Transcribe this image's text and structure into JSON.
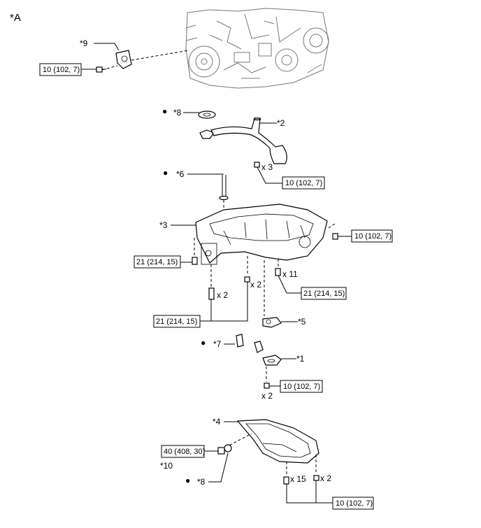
{
  "view_label": "*A",
  "parts": {
    "p1": "*1",
    "p2": "*2",
    "p3": "*3",
    "p4": "*4",
    "p5": "*5",
    "p6": "*6",
    "p7": "*7",
    "p8a": "*8",
    "p8b": "*8",
    "p9": "*9",
    "p10": "*10"
  },
  "bullet": "●",
  "torque": {
    "t1": "10 (102, 7)",
    "t2": "10 (102, 7)",
    "t3": "10 (102, 7)",
    "t4": "21 (214, 15)",
    "t5": "21 (214, 15)",
    "t6": "21 (214, 15)",
    "t7": "10 (102, 7)",
    "t8": "40 (408, 30)",
    "t9": "10 (102, 7)"
  },
  "quantities": {
    "q1": "x 3",
    "q2": "x 11",
    "q3": "x 2",
    "q4": "x 2",
    "q5": "x 2",
    "q6": "x 15",
    "q7": "x 2"
  }
}
